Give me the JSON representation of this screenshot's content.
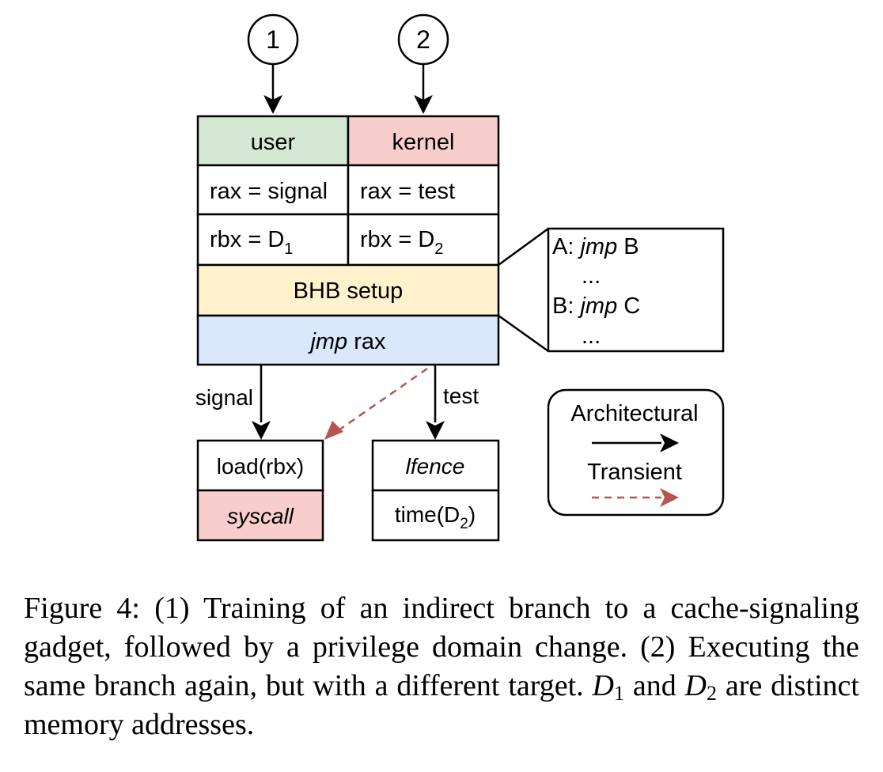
{
  "diagram": {
    "steps": [
      "1",
      "2"
    ],
    "domains": {
      "user": "user",
      "kernel": "kernel"
    },
    "user_rows": {
      "rax": "rax = signal",
      "rbx": "rbx = D",
      "rbx_sub": "1"
    },
    "kernel_rows": {
      "rax": "rax = test",
      "rbx": "rbx = D",
      "rbx_sub": "2"
    },
    "bhb_setup": "BHB setup",
    "jmp": {
      "op": "jmp",
      "arg": " rax"
    },
    "bhb_detail": {
      "line1_label": "A: ",
      "line1_op": "jmp",
      "line1_arg": " B",
      "dots1": "...",
      "line2_label": "B: ",
      "line2_op": "jmp",
      "line2_arg": " C",
      "dots2": "..."
    },
    "branches": {
      "signal": "signal",
      "test": "test"
    },
    "signal_target": {
      "load": "load(rbx)",
      "syscall": "syscall"
    },
    "test_target": {
      "lfence": "lfence",
      "time": "time(D",
      "time_sub": "2",
      "time_close": ")"
    },
    "legend": {
      "architectural": "Architectural",
      "transient": "Transient"
    },
    "colors": {
      "user_fill": "#d5e8d4",
      "kernel_fill": "#f8cecc",
      "bhb_fill": "#fff2cc",
      "jmp_fill": "#dae8fc",
      "transient_arrow": "#b85450"
    }
  },
  "caption": {
    "prefix": "Figure 4:  (1) Training of an indirect branch to a cache-signaling gadget, followed by a privilege domain change. (2) Executing the same branch again, but with a different target. ",
    "d1": "D",
    "d1_sub": "1",
    "and": " and ",
    "d2": "D",
    "d2_sub": "2",
    "suffix": " are distinct memory addresses."
  }
}
